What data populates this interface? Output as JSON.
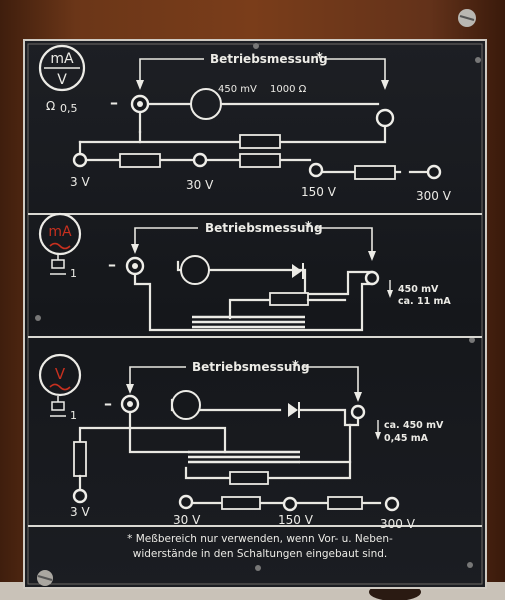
{
  "panels": [
    {
      "meter_symbol_top": "mA",
      "meter_symbol_bottom": "V",
      "rating": "0,5",
      "heading": "Betriebsmessung",
      "asterisk": "*",
      "minus": "–",
      "voltage_drop": "450 mV",
      "partial_value": "1000 Ω",
      "ranges": [
        "3 V",
        "30 V",
        "150 V",
        "300 V"
      ]
    },
    {
      "meter_symbol": "mA",
      "rating": "1",
      "heading": "Betriebsmessung",
      "asterisk": "*",
      "minus": "–",
      "spec_line1": "450 mV",
      "spec_line2": "ca. 11 mA"
    },
    {
      "meter_symbol": "V",
      "rating": "1",
      "heading": "Betriebsmessung",
      "asterisk": "*",
      "minus": "–",
      "spec_line1": "ca. 450 mV",
      "spec_line2": "0,45 mA",
      "ranges": [
        "3 V",
        "30 V",
        "150 V",
        "300 V"
      ]
    }
  ],
  "footnote_line1": "* Meßbereich nur verwenden, wenn Vor- u. Neben-",
  "footnote_line2": "widerstände in den Schaltungen eingebaut sind.",
  "colors": {
    "wood": "#5a2c14",
    "plate": "#16181c",
    "ink": "#ecebe6",
    "accent": "#c8301f"
  }
}
